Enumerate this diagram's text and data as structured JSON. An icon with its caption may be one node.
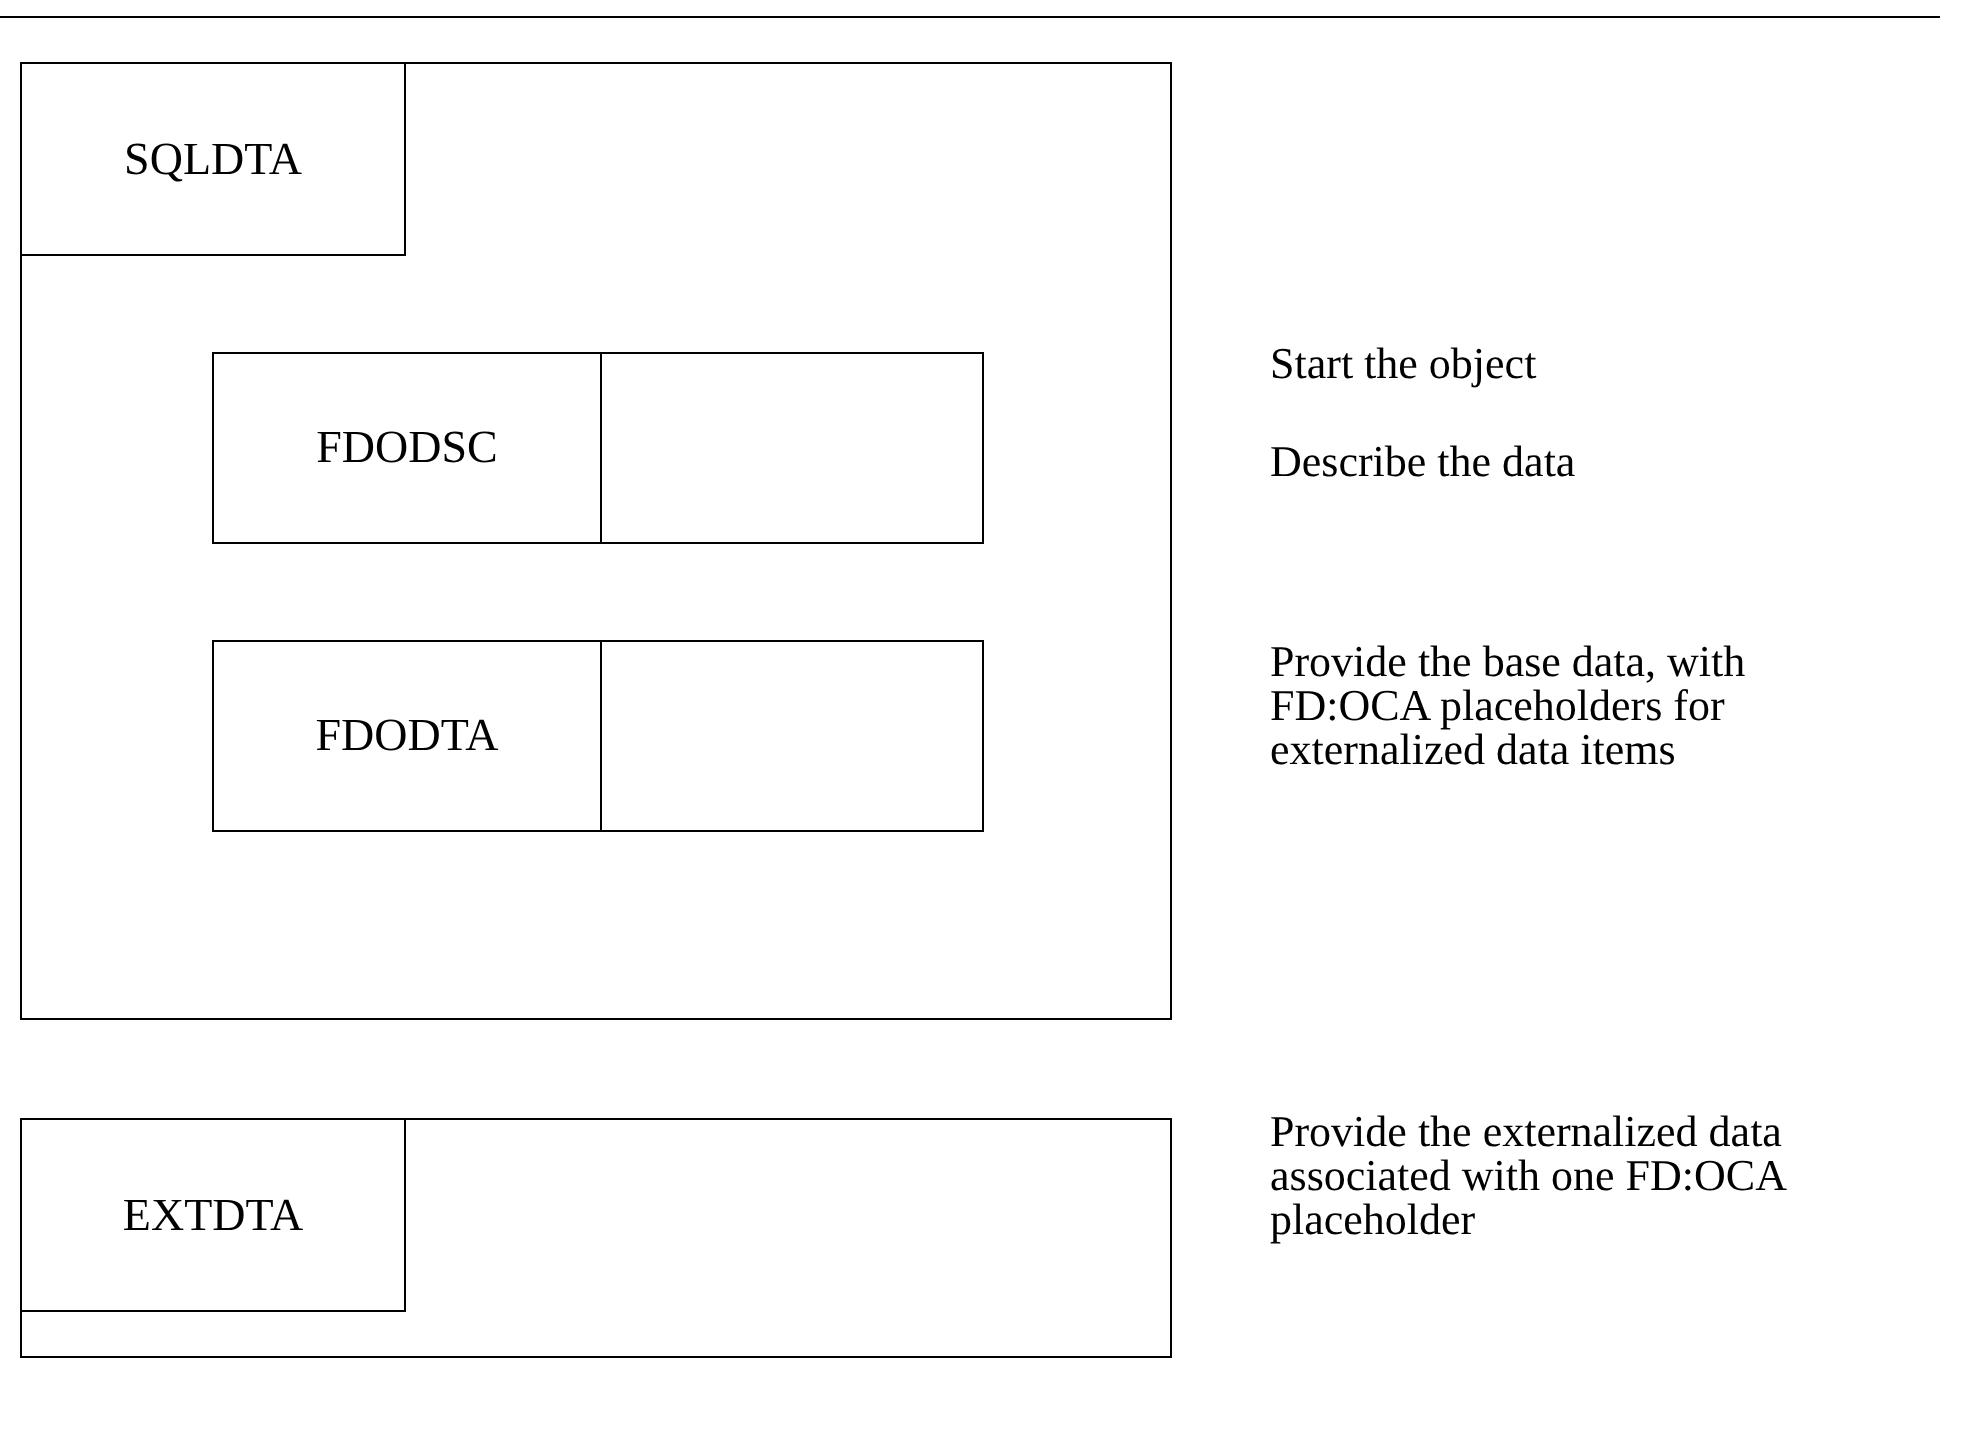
{
  "diagram": {
    "nodes": [
      {
        "text": [
          "SQLDTA"
        ]
      },
      {
        "text": [
          "FDODSC"
        ],
        "in": 0
      },
      {
        "text": [
          "FDODTA"
        ],
        "in": 0
      },
      {
        "text": [
          "EXTDTA"
        ]
      }
    ],
    "labels": [
      "Start the object",
      "Describe the data",
      "Provide the base data, with FD:OCA placeholders for externalized data items",
      "Provide the externalized data associated with one FD:OCA placeholder"
    ]
  }
}
